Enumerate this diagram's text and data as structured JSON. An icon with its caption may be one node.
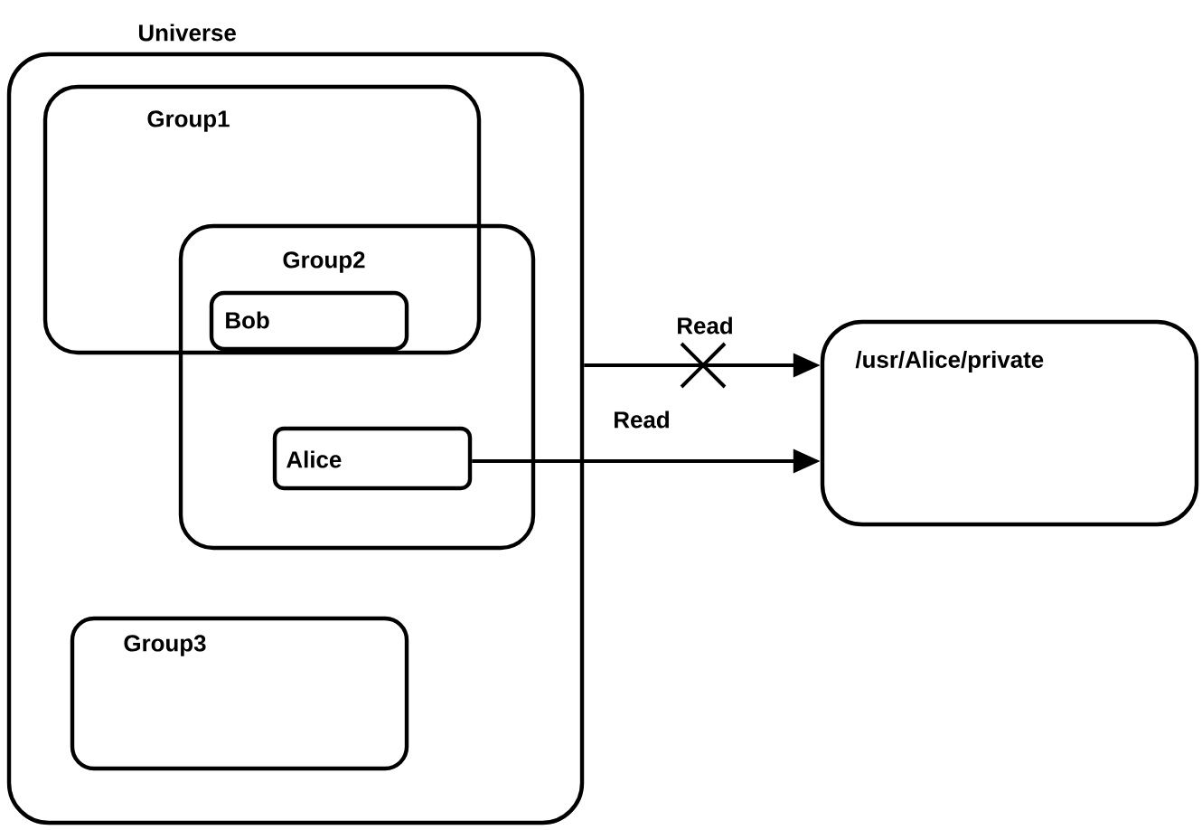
{
  "diagram": {
    "nodes": [
      {
        "text": [
          "Universe"
        ]
      },
      {
        "text": [
          "Group1"
        ],
        "in": 0
      },
      {
        "text": [
          "Group2"
        ],
        "in": 0
      },
      {
        "text": [
          "Bob"
        ]
      },
      {
        "text": [
          "Alice"
        ],
        "in": 2
      },
      {
        "text": [
          "Group3"
        ],
        "in": 0
      },
      {
        "text": [
          "/usr/Alice/private"
        ]
      }
    ],
    "edges": [
      {
        "from": 0,
        "to": 6,
        "arrow": "to",
        "label": "Read"
      },
      {
        "from": 4,
        "to": 6,
        "arrow": "to",
        "label": "Read"
      }
    ]
  }
}
